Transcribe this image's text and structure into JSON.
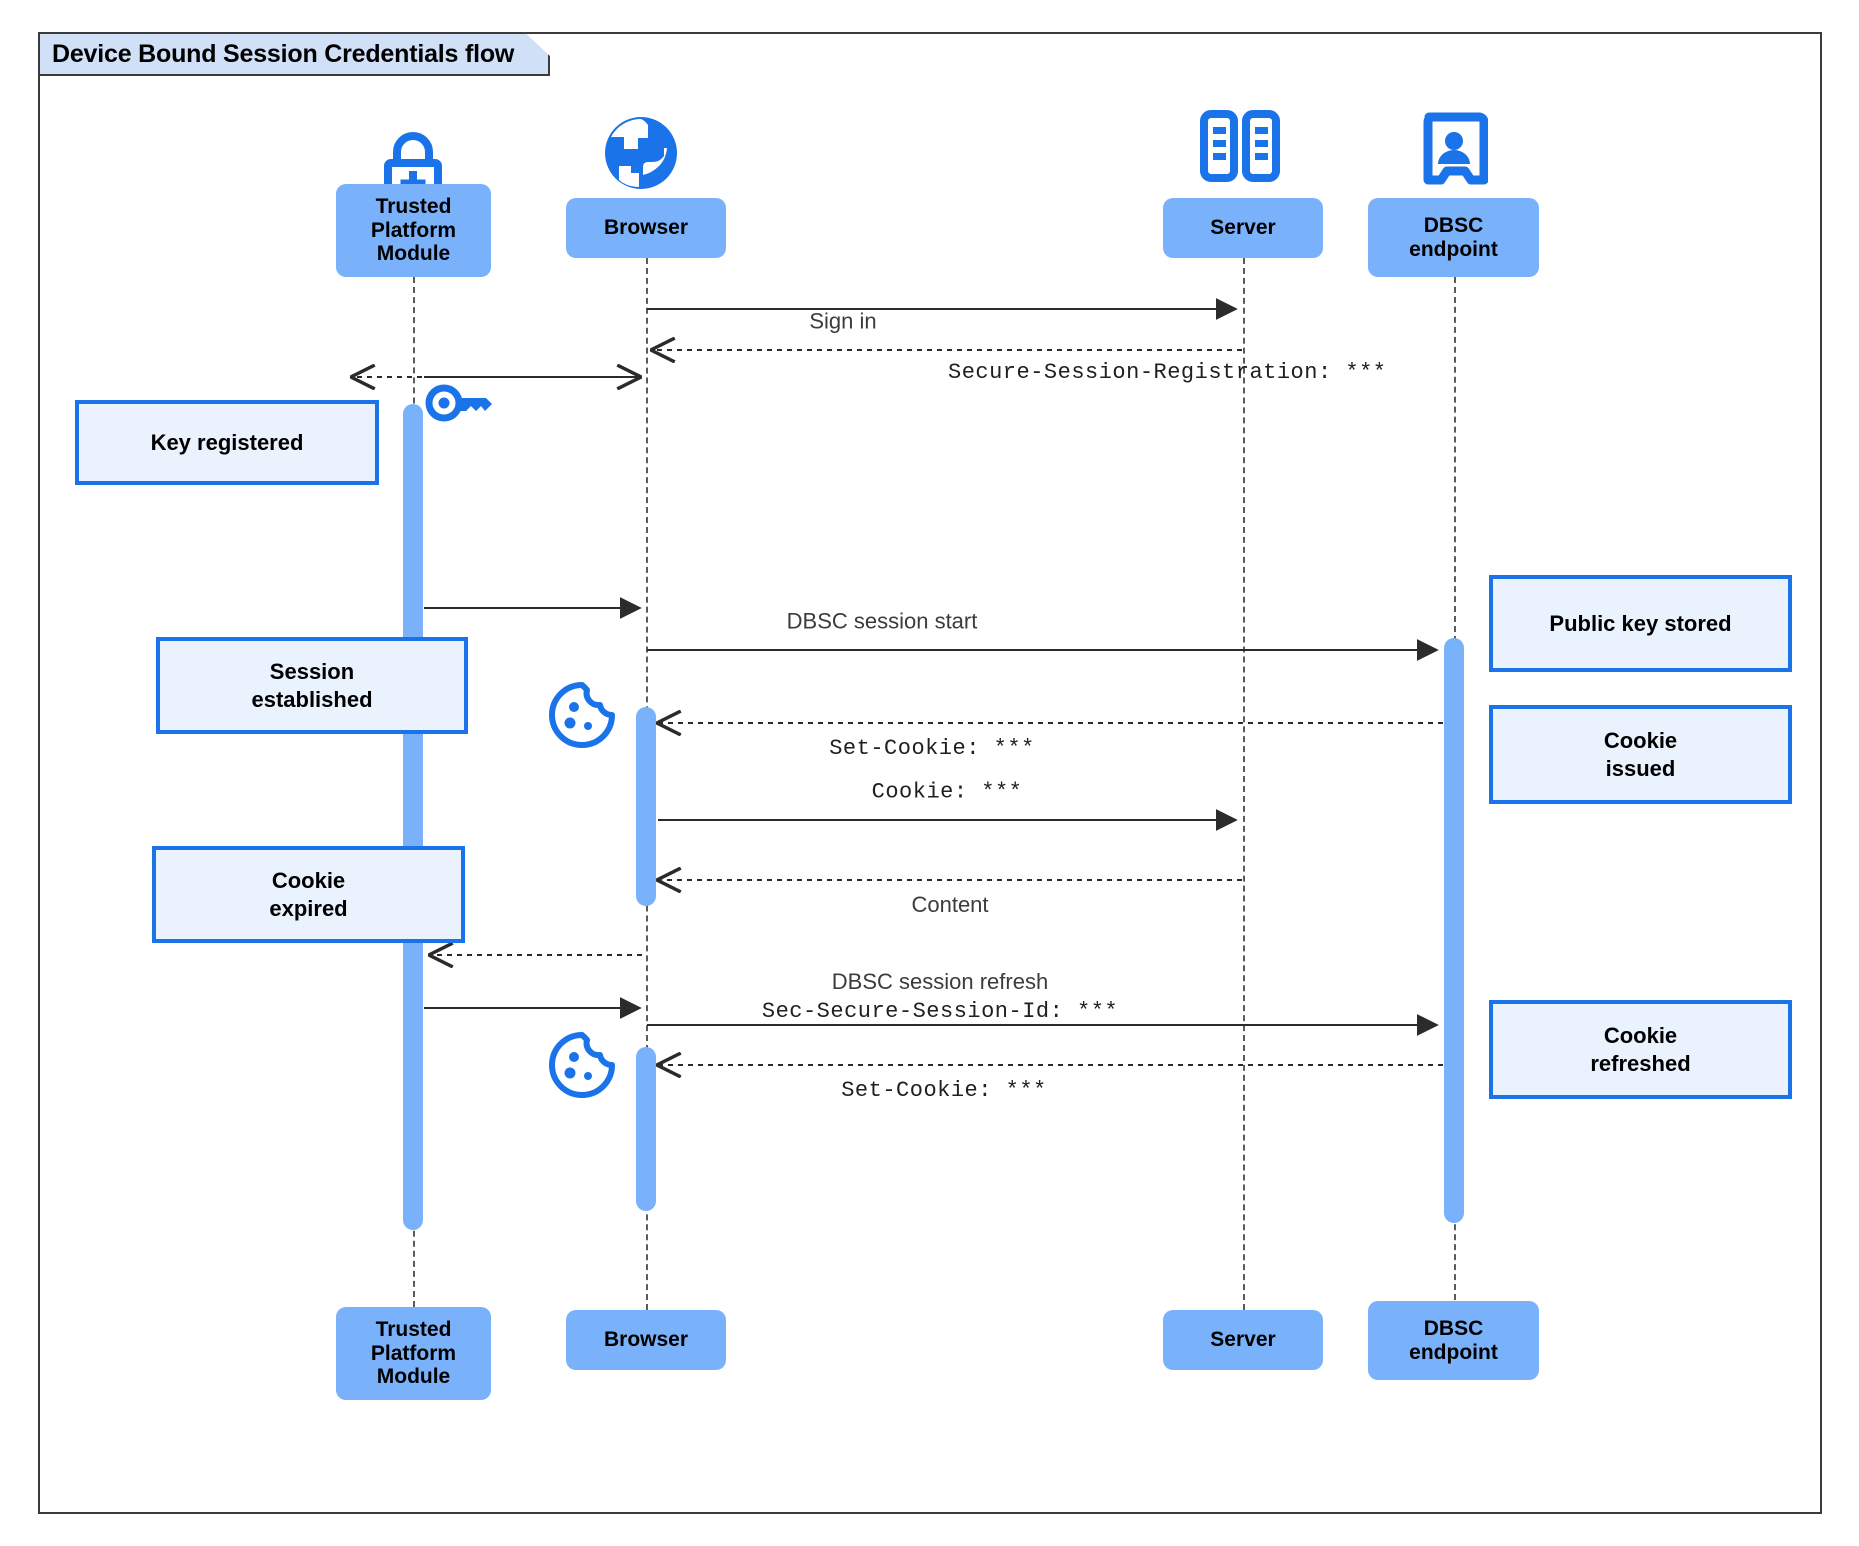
{
  "frame": {
    "title": "Device Bound Session Credentials flow"
  },
  "colors": {
    "participant_fill": "#79b1fb",
    "note_fill": "#eaf2fe",
    "note_border": "#1a73e8",
    "icon_blue": "#1a73e8",
    "frame_border": "#3b3b3b",
    "frame_tab_fill": "#cfe0f7",
    "lifeline": "#5b5b5b",
    "activation": "#79b1fb"
  },
  "participants": [
    {
      "id": "tpm",
      "label": "Trusted\nPlatform\nModule",
      "icon": "lock-plus-icon"
    },
    {
      "id": "browser",
      "label": "Browser",
      "icon": "globe-icon"
    },
    {
      "id": "server",
      "label": "Server",
      "icon": "servers-icon"
    },
    {
      "id": "dbsc",
      "label": "DBSC\nendpoint",
      "icon": "id-badge-icon"
    }
  ],
  "participants_bottom": [
    {
      "id": "tpm",
      "label": "Trusted\nPlatform\nModule"
    },
    {
      "id": "browser",
      "label": "Browser"
    },
    {
      "id": "server",
      "label": "Server"
    },
    {
      "id": "dbsc",
      "label": "DBSC\nendpoint"
    }
  ],
  "messages": [
    {
      "id": "m1",
      "label": "Sign in",
      "style": "solid",
      "font": "sans",
      "from": "browser",
      "to": "server"
    },
    {
      "id": "m2",
      "label": "Secure-Session-Registration: ***",
      "style": "dashed",
      "font": "mono",
      "from": "server",
      "to": "browser"
    },
    {
      "id": "m3",
      "label": "",
      "style": "solid",
      "font": "sans",
      "from": "tpm",
      "to": "browser"
    },
    {
      "id": "m4",
      "label": "DBSC session start",
      "style": "solid",
      "font": "sans",
      "from": "browser",
      "to": "dbsc"
    },
    {
      "id": "m5",
      "label": "Set-Cookie: ***",
      "style": "dashed",
      "font": "mono",
      "from": "dbsc",
      "to": "browser"
    },
    {
      "id": "m6",
      "label": "Cookie: ***",
      "style": "solid",
      "font": "mono",
      "from": "browser",
      "to": "server"
    },
    {
      "id": "m7",
      "label": "Content",
      "style": "dashed",
      "font": "sans",
      "from": "server",
      "to": "browser"
    },
    {
      "id": "m8",
      "label": "",
      "style": "dashed",
      "font": "sans",
      "from": "browser",
      "to": "tpm"
    },
    {
      "id": "m9",
      "label": "DBSC session refresh\nSec-Secure-Session-Id: ***",
      "style": "solid",
      "font": "mixed",
      "from": "browser",
      "to": "dbsc"
    },
    {
      "id": "m10",
      "label": "",
      "style": "solid",
      "font": "sans",
      "from": "tpm",
      "to": "browser"
    },
    {
      "id": "m11",
      "label": "Set-Cookie: ***",
      "style": "dashed",
      "font": "mono",
      "from": "dbsc",
      "to": "browser"
    }
  ],
  "message_labels": {
    "sign_in": "Sign in",
    "secure_session_registration": "Secure-Session-Registration: ***",
    "dbsc_session_start": "DBSC session start",
    "set_cookie_1": "Set-Cookie: ***",
    "cookie": "Cookie: ***",
    "content": "Content",
    "dbsc_session_refresh": "DBSC session refresh",
    "sec_secure_session_id": "Sec-Secure-Session-Id: ***",
    "set_cookie_2": "Set-Cookie: ***"
  },
  "notes": [
    {
      "id": "key-registered",
      "label": "Key registered",
      "side": "left"
    },
    {
      "id": "session-established",
      "label": "Session\nestablished",
      "side": "left"
    },
    {
      "id": "cookie-expired",
      "label": "Cookie\nexpired",
      "side": "left"
    },
    {
      "id": "public-key-stored",
      "label": "Public key stored",
      "side": "right"
    },
    {
      "id": "cookie-issued",
      "label": "Cookie\nissued",
      "side": "right"
    },
    {
      "id": "cookie-refreshed",
      "label": "Cookie\nrefreshed",
      "side": "right"
    }
  ],
  "inline_icons": [
    {
      "id": "key-icon",
      "name": "key-icon"
    },
    {
      "id": "cookie-icon-1",
      "name": "cookie-icon"
    },
    {
      "id": "cookie-icon-2",
      "name": "cookie-icon"
    }
  ]
}
